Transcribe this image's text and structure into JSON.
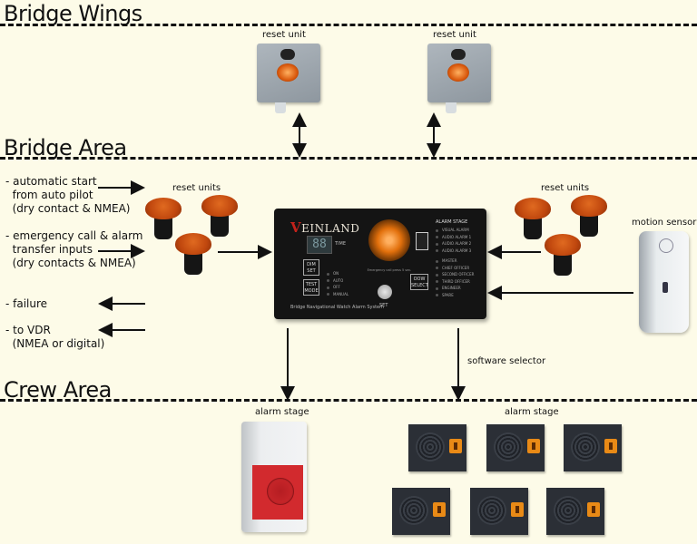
{
  "sections": {
    "bridge_wings": "Bridge Wings",
    "bridge_area": "Bridge Area",
    "crew_area": "Crew Area"
  },
  "bridge_wings": {
    "reset_unit_left_label": "reset unit",
    "reset_unit_right_label": "reset unit"
  },
  "bridge_area": {
    "inputs": [
      "- automatic start\n  from auto pilot\n  (dry contact & NMEA)",
      "- emergency call & alarm\n  transfer inputs\n  (dry contacts & NMEA)"
    ],
    "outputs": [
      "- failure",
      "- to VDR\n  (NMEA or digital)"
    ],
    "reset_units_left_label": "reset units",
    "reset_units_right_label": "reset units",
    "motion_sensor_label": "motion sensor",
    "software_selector_label": "software selector"
  },
  "panel": {
    "brand_initial": "V",
    "brand_rest": "EINLAND",
    "display_value": "88",
    "time_label": "TIME",
    "dim_set_label": "DIM SET",
    "test_mode_label": "TEST MODE",
    "mode_leds": [
      "ON",
      "AUTO",
      "OFF",
      "MANUAL"
    ],
    "alarm_stage_title": "ALARM STAGE",
    "alarm_stage_leds": [
      "VISUAL ALARM",
      "AUDIO ALARM 1",
      "AUDIO ALARM 2",
      "AUDIO ALARM 3"
    ],
    "officer_leds": [
      "MASTER",
      "CHIEF OFFICER",
      "SECOND OFFICER",
      "THIRD OFFICER",
      "ENGINEER",
      "SPARE"
    ],
    "ooW_select_label": "OOW SELECT",
    "set_label": "SET",
    "footer_label": "Bridge Navigational Watch Alarm System",
    "note": "Emergency call press 5 sec."
  },
  "crew_area": {
    "alarm_stage_left_label": "alarm stage",
    "alarm_stage_right_label": "alarm stage",
    "panel_count": 6
  },
  "colors": {
    "background": "#fdfbe8",
    "lamp_orange": "#e2700c",
    "sounder_red": "#d22a2e",
    "brand_red": "#c4221b"
  }
}
